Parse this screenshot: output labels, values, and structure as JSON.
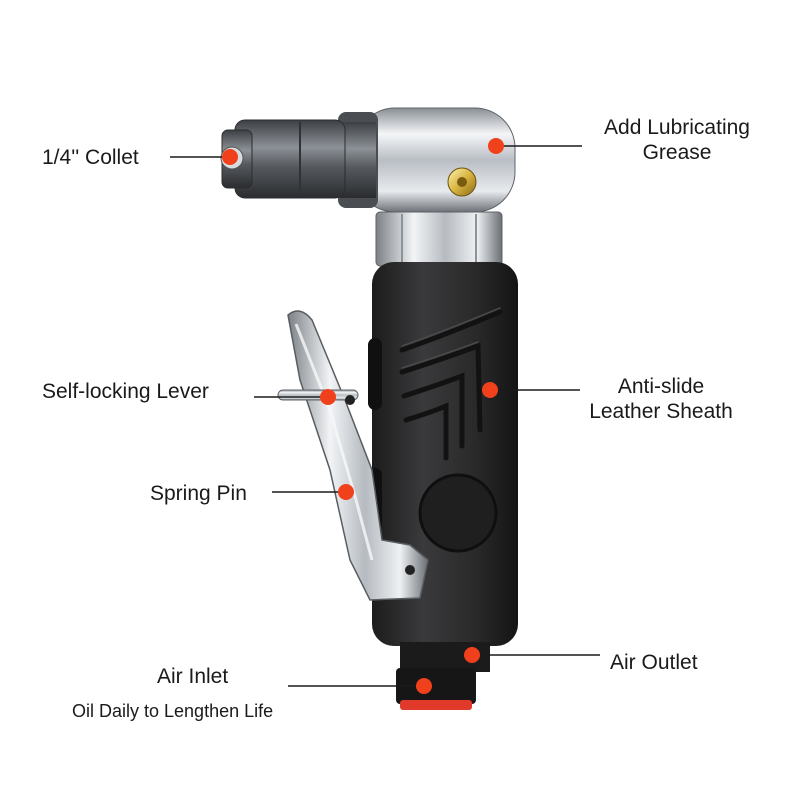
{
  "callouts": [
    {
      "id": "collet",
      "lines": [
        "1/4'' Collet"
      ]
    },
    {
      "id": "grease",
      "lines": [
        "Add Lubricating",
        "Grease"
      ]
    },
    {
      "id": "lever",
      "lines": [
        "Self-locking Lever"
      ]
    },
    {
      "id": "sheath",
      "lines": [
        "Anti-slide",
        "Leather Sheath"
      ]
    },
    {
      "id": "spring",
      "lines": [
        "Spring Pin"
      ]
    },
    {
      "id": "inlet",
      "lines": [
        "Air Inlet"
      ],
      "note": "Oil Daily to Lengthen Life"
    },
    {
      "id": "outlet",
      "lines": [
        "Air Outlet"
      ]
    }
  ],
  "colors": {
    "marker": "#f0401c",
    "line": "#1a1a1a",
    "body": "#2b2b2b",
    "chrome": "#c9ccd0"
  },
  "icons": {
    "tool": "angle-die-grinder-illustration",
    "marker": "orange-dot-marker"
  }
}
